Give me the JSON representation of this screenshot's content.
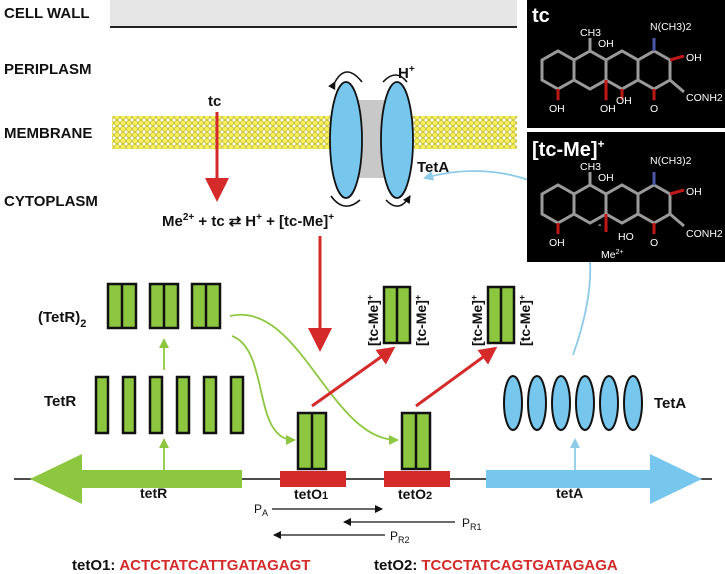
{
  "compartments": {
    "cell_wall": "CELL WALL",
    "periplasm": "PERIPLASM",
    "membrane": "MEMBRANE",
    "cytoplasm": "CYTOPLASM"
  },
  "membrane_labels": {
    "proton": "H",
    "plus": "+",
    "teta": "TetA",
    "tc": "tc"
  },
  "equation": {
    "me": "Me",
    "me_charge": "2+",
    "plus_tc": " + tc",
    "arrows": "⇄",
    "h": "H",
    "h_charge": "+",
    "plus_complex": " + [tc-Me]",
    "complex_charge": "+"
  },
  "tetr_dimer_label": {
    "main": "(TetR)",
    "sub": "2"
  },
  "labels": {
    "tetr_protein": "TetR",
    "teta_protein": "TetA"
  },
  "complex_label": {
    "text": "[tc-Me]",
    "charge": "+"
  },
  "genes": {
    "tetr": "tetR",
    "teta": "tetA"
  },
  "operators": {
    "o1_main": "tetO",
    "o1_sub": "1",
    "o2_main": "tetO",
    "o2_sub": "2"
  },
  "promoters": {
    "pa_main": "P",
    "pa_sub": "A",
    "pr1_main": "P",
    "pr1_sub": "R1",
    "pr2_main": "P",
    "pr2_sub": "R2"
  },
  "sequences": {
    "o1_label": "tetO",
    "o1_sub": "1",
    "colon": ":",
    "o1_seq": "ACTCTATCATTGATAGAGT",
    "o2_label": "tetO",
    "o2_sub": "2",
    "o2_seq": "TCCCTATCAGTGATAGAGA"
  },
  "structures": {
    "tc_title": "tc",
    "complex_title": "[tc-Me]",
    "complex_charge": "+",
    "ch3": "CH3",
    "oh": "OH",
    "ho": "HO",
    "nme2": "N(CH3)2",
    "conh2": "CONH2",
    "o": "O",
    "o_minus": "-",
    "me": "Me",
    "me_charge": "2+"
  },
  "colors": {
    "tetr_green": "#8dc63f",
    "teta_blue": "#77c6ee",
    "operator_red": "#d42a2a",
    "membrane_yellow": "#f6f05a",
    "structure_panel": "#000000"
  }
}
